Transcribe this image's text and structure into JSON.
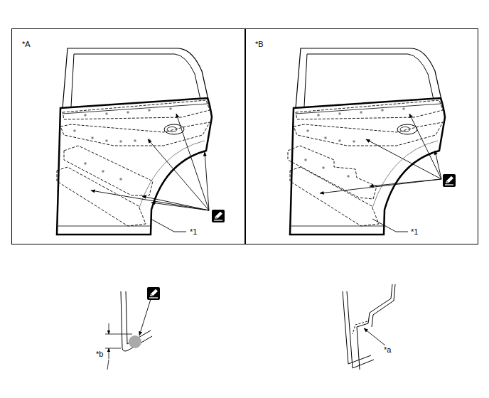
{
  "diagram": {
    "nodes": [
      {
        "text": [
          "*A"
        ]
      },
      {
        "text": [
          "*B"
        ]
      }
    ],
    "labels": [
      "*1",
      "*1",
      "*b",
      "*a"
    ]
  }
}
